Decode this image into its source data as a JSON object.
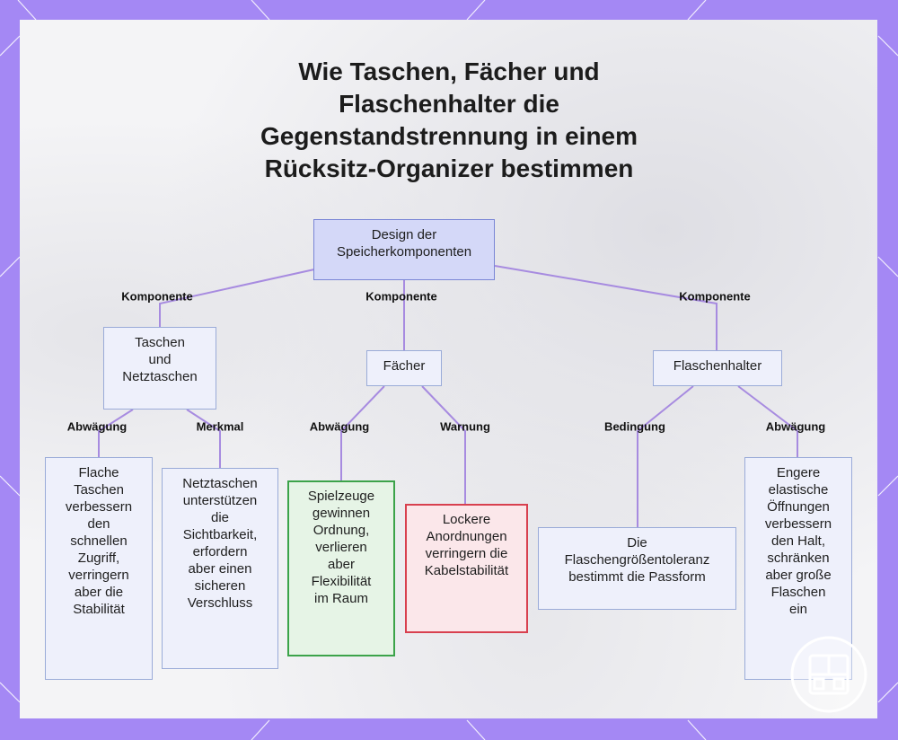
{
  "title_lines": [
    "Wie Taschen, Fächer und",
    "Flaschenhalter die",
    "Gegenstandstrennung in einem",
    "Rücksitz-Organizer bestimmen"
  ],
  "colors": {
    "frame": "#a488f4",
    "edge": "#a78be0",
    "node_fill": "#eef0fb",
    "root_fill": "#d4d8f8",
    "green_border": "#3ca34a",
    "red_border": "#d8404f"
  },
  "nodes": {
    "root": [
      "Design der",
      "Speicherkomponenten"
    ],
    "taschen": [
      "Taschen",
      "und",
      "Netztaschen"
    ],
    "faecher": [
      "Fächer"
    ],
    "flaschenhalter": [
      "Flaschenhalter"
    ],
    "flache_taschen": [
      "Flache",
      "Taschen",
      "verbessern",
      "den",
      "schnellen",
      "Zugriff,",
      "verringern",
      "aber die",
      "Stabilität"
    ],
    "netztaschen": [
      "Netztaschen",
      "unterstützen",
      "die",
      "Sichtbarkeit,",
      "erfordern",
      "aber einen",
      "sicheren",
      "Verschluss"
    ],
    "spielzeuge": [
      "Spielzeuge",
      "gewinnen",
      "Ordnung,",
      "verlieren",
      "aber",
      "Flexibilität",
      "im Raum"
    ],
    "lockere": [
      "Lockere",
      "Anordnungen",
      "verringern die",
      "Kabelstabilität"
    ],
    "flaschengroesse": [
      "Die",
      "Flaschengrößentoleranz",
      "bestimmt die Passform"
    ],
    "engere": [
      "Engere",
      "elastische",
      "Öffnungen",
      "verbessern",
      "den Halt,",
      "schränken",
      "aber große",
      "Flaschen",
      "ein"
    ]
  },
  "edge_labels": {
    "komponente_1": "Komponente",
    "komponente_2": "Komponente",
    "komponente_3": "Komponente",
    "abwaegung_1": "Abwägung",
    "merkmal": "Merkmal",
    "abwaegung_2": "Abwägung",
    "warnung": "Warnung",
    "bedingung": "Bedingung",
    "abwaegung_3": "Abwägung"
  },
  "logo_icon": "napkin-logo-icon"
}
